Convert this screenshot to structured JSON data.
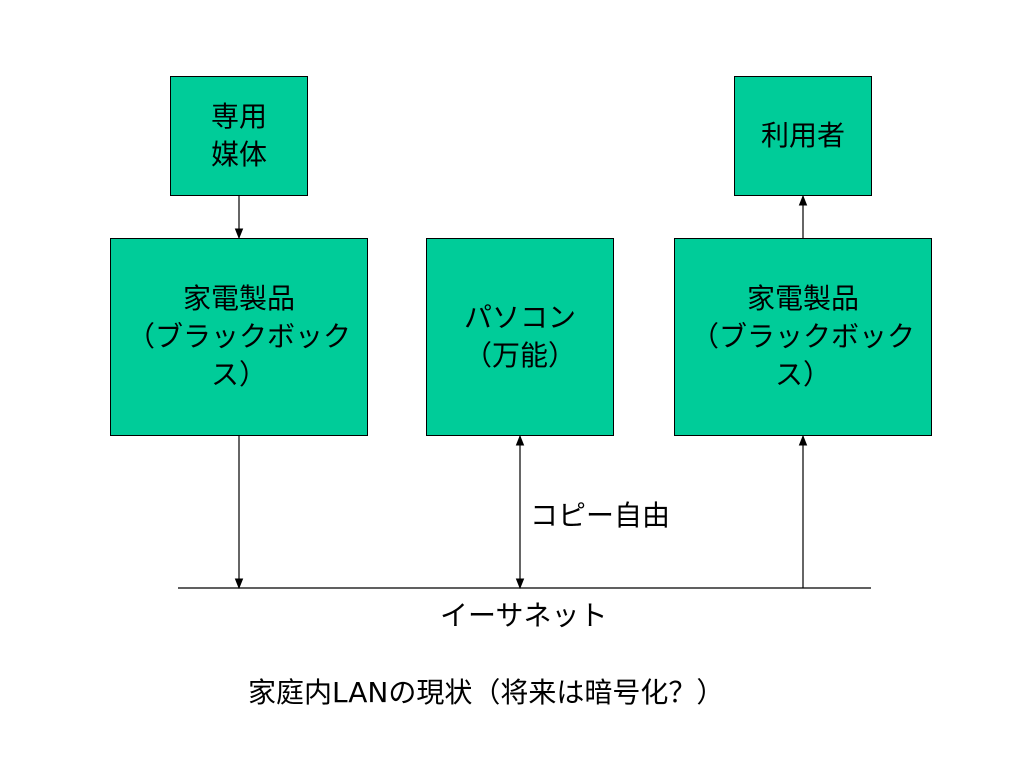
{
  "colors": {
    "box_fill": "#00cc99",
    "box_border": "#000000",
    "line": "#000000",
    "background": "#ffffff"
  },
  "boxes": {
    "dedicated_media": "専用\n媒体",
    "appliance_left": "家電製品\n（ブラックボックス）",
    "pc": "パソコン\n（万能）",
    "appliance_right": "家電製品\n（ブラックボックス）",
    "user": "利用者"
  },
  "labels": {
    "free_copy": "コピー自由",
    "ethernet": "イーサネット",
    "caption": "家庭内LANの現状（将来は暗号化？）"
  },
  "connections": [
    {
      "from": "dedicated_media",
      "to": "appliance_left",
      "direction": "to"
    },
    {
      "from": "appliance_left",
      "to": "ethernet",
      "direction": "to"
    },
    {
      "from": "pc",
      "to": "ethernet",
      "direction": "both"
    },
    {
      "from": "ethernet",
      "to": "appliance_right",
      "direction": "to"
    },
    {
      "from": "appliance_right",
      "to": "user",
      "direction": "to"
    }
  ]
}
